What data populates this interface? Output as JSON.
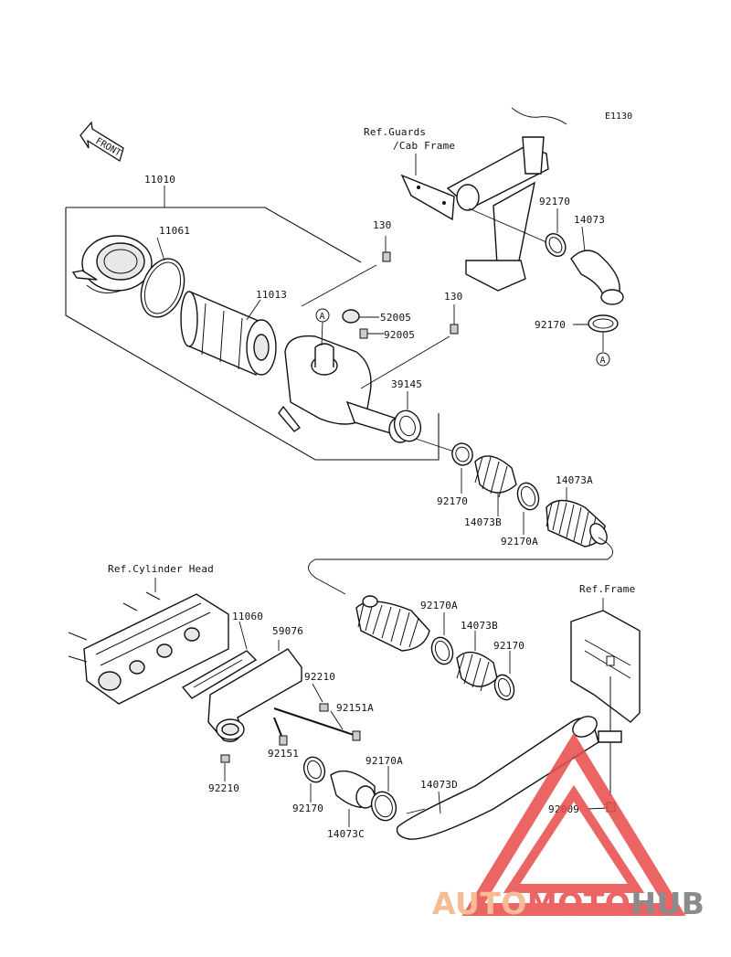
{
  "diagram_code": "E1130",
  "front_label": "FRONT",
  "refs": {
    "guards": [
      "Ref.Guards",
      "/Cab Frame"
    ],
    "cylinder_head": "Ref.Cylinder Head",
    "frame": "Ref.Frame"
  },
  "callout": "A",
  "parts": {
    "p11010": "11010",
    "p11061": "11061",
    "p11013": "11013",
    "p130a": "130",
    "p130b": "130",
    "p52005": "52005",
    "p92005": "92005",
    "p39145": "39145",
    "p92170_top": "92170",
    "p14073": "14073",
    "p92170_a": "92170",
    "p92170_mid": "92170",
    "p14073B_mid": "14073B",
    "p92170A_mid": "92170A",
    "p14073A": "14073A",
    "p92170A_low": "92170A",
    "p14073B_low": "14073B",
    "p92170_low": "92170",
    "p11060": "11060",
    "p59076": "59076",
    "p92210_a": "92210",
    "p92151A": "92151A",
    "p92151": "92151",
    "p92210_b": "92210",
    "p92170_bot": "92170",
    "p92170A_bot": "92170A",
    "p14073C": "14073C",
    "p14073D": "14073D",
    "p92009": "92009"
  },
  "watermark": {
    "part1": "AUTO",
    "part2": "MOTO",
    "part3": "HUB",
    "color1": "#f4b183",
    "color2": "#e94b4b",
    "color3": "#777777",
    "triangle_color": "#e94b4b"
  }
}
